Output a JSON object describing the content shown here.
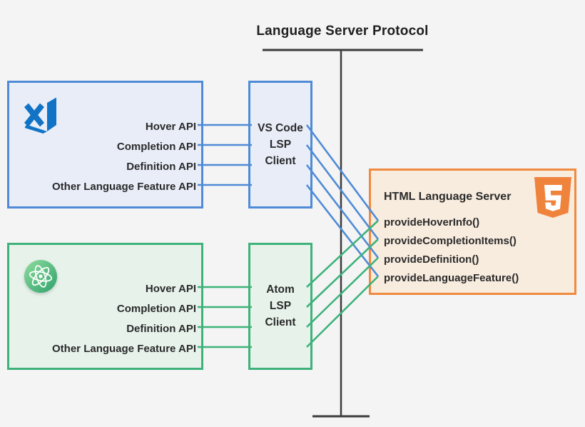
{
  "title": "Language Server Protocol",
  "vscode_panel": {
    "icon": "vscode-icon",
    "apis": [
      "Hover API",
      "Completion API",
      "Definition API",
      "Other Language Feature API"
    ]
  },
  "vscode_client": {
    "lines": [
      "VS Code",
      "LSP",
      "Client"
    ]
  },
  "atom_panel": {
    "icon": "atom-icon",
    "apis": [
      "Hover API",
      "Completion API",
      "Definition API",
      "Other Language Feature API"
    ]
  },
  "atom_client": {
    "lines": [
      "Atom",
      "LSP",
      "Client"
    ]
  },
  "server": {
    "icon": "html5-icon",
    "title": "HTML Language Server",
    "methods": [
      "provideHoverInfo()",
      "provideCompletionItems()",
      "provideDefinition()",
      "provideLanguageFeature()"
    ]
  },
  "colors": {
    "blue_accent": "#4f8bd6",
    "blue_fill": "#e8edf8",
    "green_accent": "#3eb27a",
    "green_fill": "#e7f2eb",
    "orange_accent": "#f08a3e",
    "orange_fill": "#f8ecdf",
    "bus_line": "#3c3c3c",
    "vscode_logo_blue": "#1173c5",
    "html5_logo_orange": "#f0833c"
  }
}
